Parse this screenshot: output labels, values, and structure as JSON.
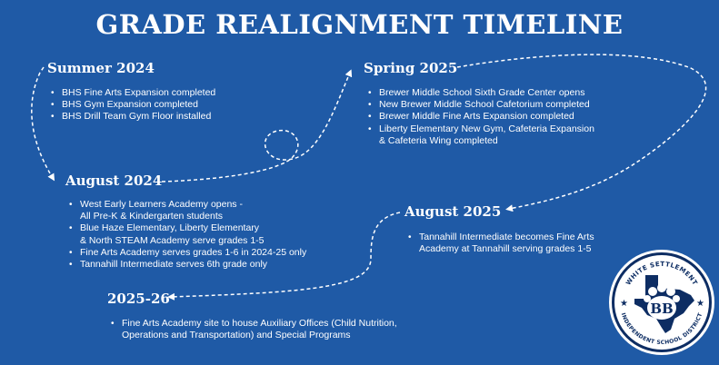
{
  "title": "GRADE REALIGNMENT TIMELINE",
  "sections": {
    "summer_2024": {
      "heading": "Summer 2024",
      "items": [
        "BHS Fine Arts Expansion completed",
        "BHS Gym Expansion completed",
        "BHS Drill Team Gym Floor installed"
      ]
    },
    "august_2024": {
      "heading": "August 2024",
      "items": [
        {
          "l1": "West Early Learners Academy opens -",
          "l2": "All Pre-K & Kindergarten students"
        },
        {
          "l1": "Blue Haze Elementary, Liberty Elementary",
          "l2": "& North STEAM Academy serve grades 1-5"
        },
        {
          "l1": "Fine Arts Academy serves grades 1-6 in 2024-25 only",
          "l2": ""
        },
        {
          "l1": "Tannahill Intermediate serves 6th grade only",
          "l2": ""
        }
      ]
    },
    "y2025_26": {
      "heading": "2025-26",
      "items": [
        {
          "l1": "Fine Arts Academy site to house Auxiliary Offices (Child Nutrition,",
          "l2": "Operations and Transportation) and Special Programs"
        }
      ]
    },
    "spring_2025": {
      "heading": "Spring 2025",
      "items": [
        {
          "l1": "Brewer Middle School Sixth Grade Center opens",
          "l2": ""
        },
        {
          "l1": "New Brewer Middle School Cafetorium completed",
          "l2": ""
        },
        {
          "l1": "Brewer Middle Fine Arts Expansion completed",
          "l2": ""
        },
        {
          "l1": "Liberty Elementary New Gym, Cafeteria Expansion",
          "l2": "& Cafeteria Wing completed"
        }
      ]
    },
    "august_2025": {
      "heading": "August 2025",
      "items": [
        {
          "l1": "Tannahill Intermediate becomes Fine Arts",
          "l2": "Academy at Tannahill serving grades 1-5"
        }
      ]
    }
  },
  "seal": {
    "top_text": "WHITE SETTLEMENT",
    "bottom_text": "INDEPENDENT SCHOOL DISTRICT",
    "monogram": "BB"
  },
  "colors": {
    "background": "#1f5aa6",
    "text": "#ffffff",
    "seal_dark": "#0d2d63"
  }
}
